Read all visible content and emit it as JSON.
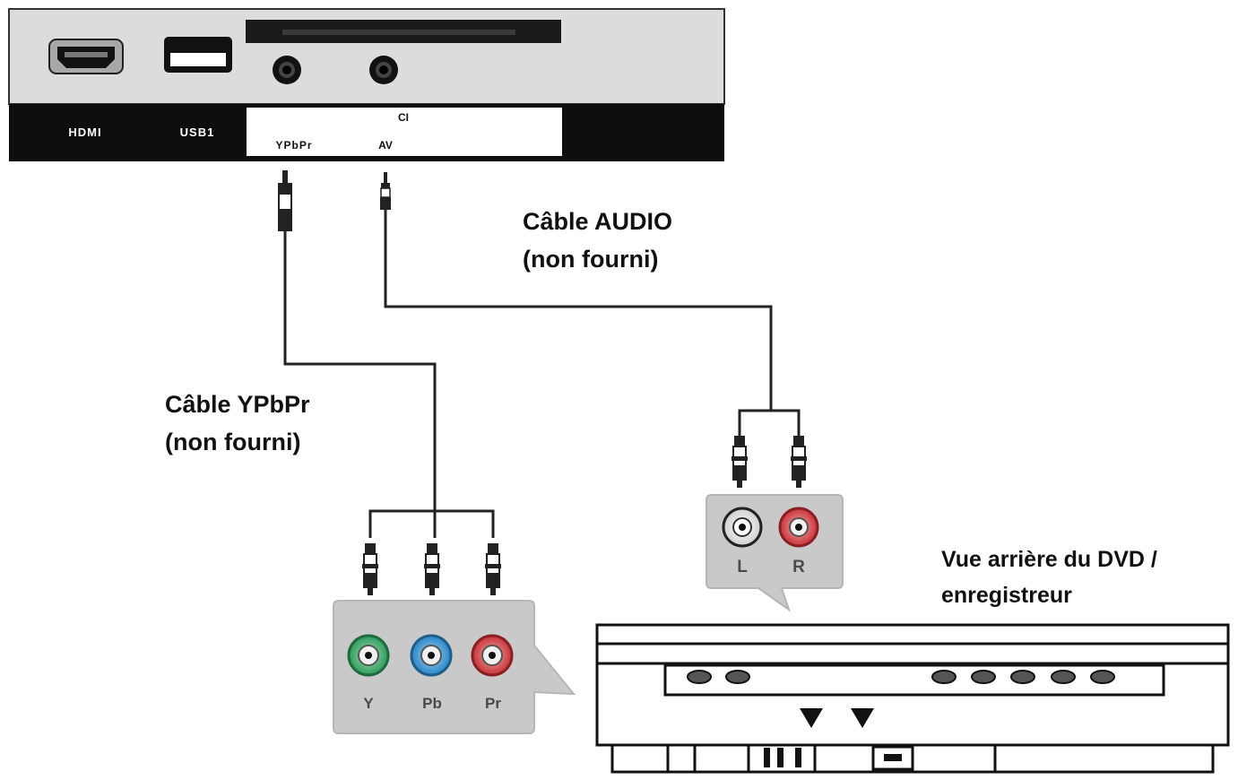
{
  "tv_panel": {
    "port_labels": {
      "hdmi": "HDMI",
      "usb": "USB1",
      "ci": "CI",
      "ypbpr": "YPbPr",
      "av": "AV"
    }
  },
  "captions": {
    "audio_cable_line1": "Câble AUDIO",
    "audio_cable_line2": "(non fourni)",
    "ypbpr_cable_line1": "Câble YPbPr",
    "ypbpr_cable_line2": "(non fourni)",
    "dvd_line1": "Vue arrière du DVD /",
    "dvd_line2": "enregistreur"
  },
  "component_jacks": {
    "labels": [
      "Y",
      "Pb",
      "Pr"
    ],
    "colors": [
      "#2f9a5a",
      "#2a86c8",
      "#c8343a"
    ]
  },
  "audio_jacks": {
    "labels": [
      "L",
      "R"
    ],
    "colors": [
      "#f2f2f2",
      "#c8343a"
    ]
  }
}
